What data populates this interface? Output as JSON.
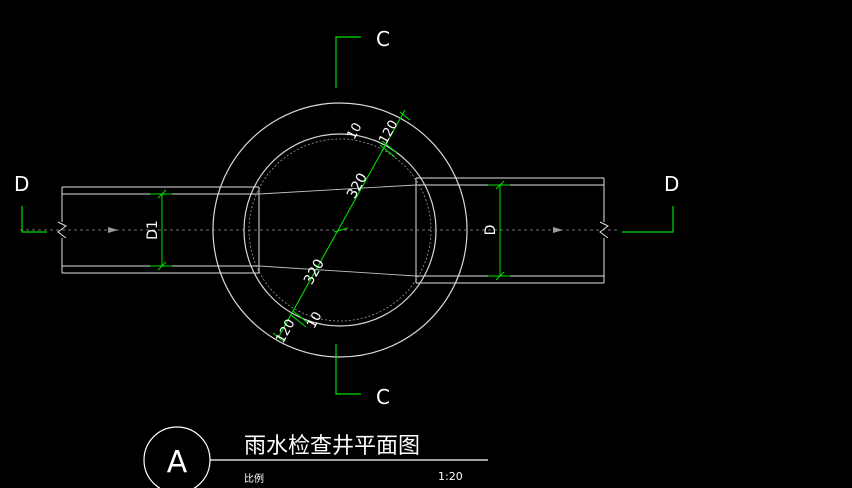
{
  "colors": {
    "background": "#000000",
    "outline": "#ffffff",
    "dim_line": "#00ff00",
    "section_line": "#00ff00",
    "hidden_line": "#b0b0b0",
    "text": "#ffffff"
  },
  "section_marks": {
    "top": "C",
    "bottom": "C",
    "left": "D",
    "right": "D"
  },
  "dimensions": {
    "pipe_left": "D1",
    "pipe_right": "D",
    "wall_top": "120",
    "wall_bottom": "120",
    "gap_top": "10",
    "gap_bottom": "10",
    "radius_top": "320",
    "radius_bottom": "320"
  },
  "title_block": {
    "detail_id": "A",
    "title": "雨水检查井平面图",
    "scale_label": "比例",
    "scale_value": "1:20"
  }
}
